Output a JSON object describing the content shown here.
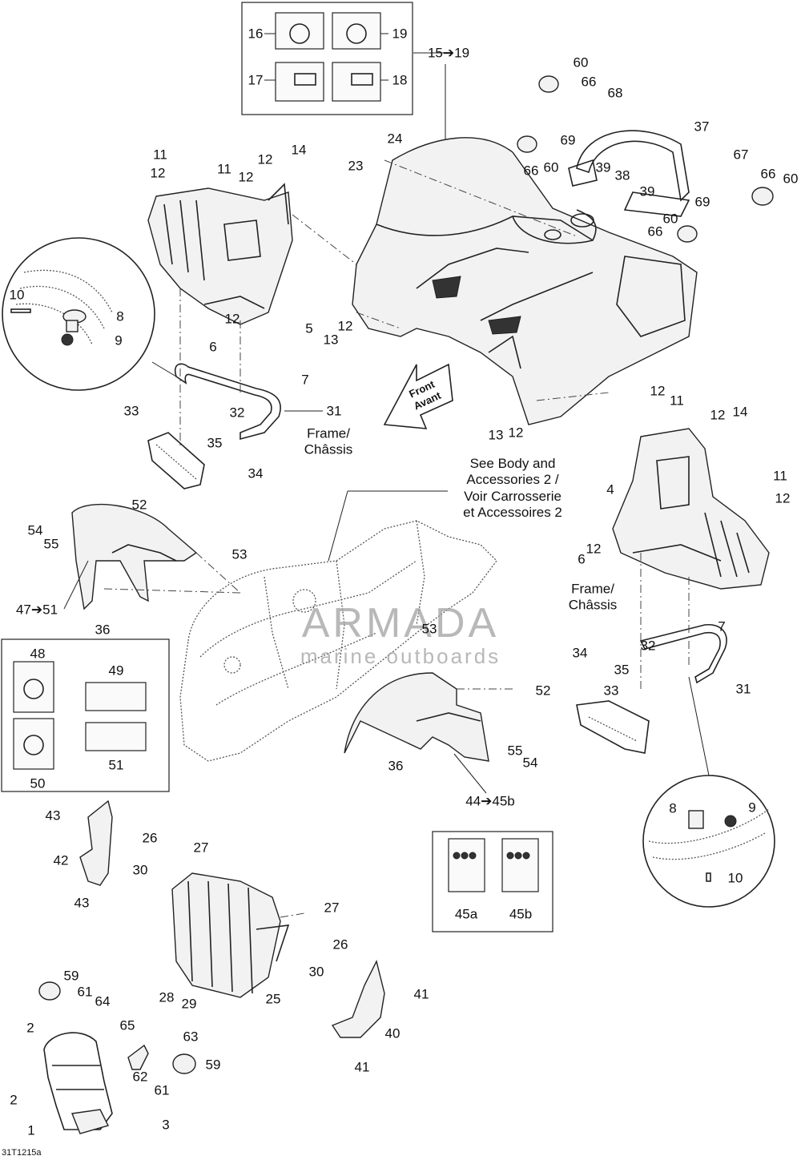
{
  "diagram": {
    "figure_code": "31T1215a",
    "watermark": {
      "title": "ARMADA",
      "subtitle": "marine outboards"
    },
    "notes": {
      "frame_left": [
        "Frame/",
        "Châssis"
      ],
      "frame_right": [
        "Frame/",
        "Châssis"
      ],
      "see_body": [
        "See Body and",
        "Accessories 2 /",
        "Voir Carrosserie",
        "et Accessoires 2"
      ],
      "front": [
        "Front",
        "Avant"
      ]
    },
    "callouts": [
      {
        "id": "c16",
        "text": "16"
      },
      {
        "id": "c19",
        "text": "19"
      },
      {
        "id": "c17",
        "text": "17"
      },
      {
        "id": "c18",
        "text": "18"
      },
      {
        "id": "c15-19",
        "text": "15➔19"
      },
      {
        "id": "c60a",
        "text": "60"
      },
      {
        "id": "c66a",
        "text": "66"
      },
      {
        "id": "c68",
        "text": "68"
      },
      {
        "id": "c69a",
        "text": "69"
      },
      {
        "id": "c37",
        "text": "37"
      },
      {
        "id": "c24",
        "text": "24"
      },
      {
        "id": "c23",
        "text": "23"
      },
      {
        "id": "c66b",
        "text": "66"
      },
      {
        "id": "c60b",
        "text": "60"
      },
      {
        "id": "c39a",
        "text": "39"
      },
      {
        "id": "c38",
        "text": "38"
      },
      {
        "id": "c39b",
        "text": "39"
      },
      {
        "id": "c67",
        "text": "67"
      },
      {
        "id": "c66c",
        "text": "66"
      },
      {
        "id": "c60c",
        "text": "60"
      },
      {
        "id": "c69b",
        "text": "69"
      },
      {
        "id": "c60d",
        "text": "60"
      },
      {
        "id": "c66d",
        "text": "66"
      },
      {
        "id": "c11a",
        "text": "11"
      },
      {
        "id": "c12a",
        "text": "12"
      },
      {
        "id": "c11b",
        "text": "11"
      },
      {
        "id": "c12b",
        "text": "12"
      },
      {
        "id": "c12c",
        "text": "12"
      },
      {
        "id": "c14a",
        "text": "14"
      },
      {
        "id": "c10a",
        "text": "10"
      },
      {
        "id": "c8a",
        "text": "8"
      },
      {
        "id": "c9a",
        "text": "9"
      },
      {
        "id": "c6a",
        "text": "6"
      },
      {
        "id": "c12d",
        "text": "12"
      },
      {
        "id": "c5",
        "text": "5"
      },
      {
        "id": "c12e",
        "text": "12"
      },
      {
        "id": "c13a",
        "text": "13"
      },
      {
        "id": "c7a",
        "text": "7"
      },
      {
        "id": "c33a",
        "text": "33"
      },
      {
        "id": "c32a",
        "text": "32"
      },
      {
        "id": "c31a",
        "text": "31"
      },
      {
        "id": "c35a",
        "text": "35"
      },
      {
        "id": "c34a",
        "text": "34"
      },
      {
        "id": "c12f",
        "text": "12"
      },
      {
        "id": "c11c",
        "text": "11"
      },
      {
        "id": "c12g",
        "text": "12"
      },
      {
        "id": "c14b",
        "text": "14"
      },
      {
        "id": "c13b",
        "text": "13"
      },
      {
        "id": "c12h",
        "text": "12"
      },
      {
        "id": "c4",
        "text": "4"
      },
      {
        "id": "c11d",
        "text": "11"
      },
      {
        "id": "c12i",
        "text": "12"
      },
      {
        "id": "c6b",
        "text": "6"
      },
      {
        "id": "c12j",
        "text": "12"
      },
      {
        "id": "c7b",
        "text": "7"
      },
      {
        "id": "c34b",
        "text": "34"
      },
      {
        "id": "c32b",
        "text": "32"
      },
      {
        "id": "c35b",
        "text": "35"
      },
      {
        "id": "c33b",
        "text": "33"
      },
      {
        "id": "c31b",
        "text": "31"
      },
      {
        "id": "c8b",
        "text": "8"
      },
      {
        "id": "c9b",
        "text": "9"
      },
      {
        "id": "c10b",
        "text": "10"
      },
      {
        "id": "c52a",
        "text": "52"
      },
      {
        "id": "c54a",
        "text": "54"
      },
      {
        "id": "c55a",
        "text": "55"
      },
      {
        "id": "c53a",
        "text": "53"
      },
      {
        "id": "c47-51",
        "text": "47➔51"
      },
      {
        "id": "c36a",
        "text": "36"
      },
      {
        "id": "c48",
        "text": "48"
      },
      {
        "id": "c49",
        "text": "49"
      },
      {
        "id": "c50",
        "text": "50"
      },
      {
        "id": "c51",
        "text": "51"
      },
      {
        "id": "c53b",
        "text": "53"
      },
      {
        "id": "c52b",
        "text": "52"
      },
      {
        "id": "c36b",
        "text": "36"
      },
      {
        "id": "c55b",
        "text": "55"
      },
      {
        "id": "c54b",
        "text": "54"
      },
      {
        "id": "c44-45b",
        "text": "44➔45b"
      },
      {
        "id": "c45a",
        "text": "45a"
      },
      {
        "id": "c45b",
        "text": "45b"
      },
      {
        "id": "c43a",
        "text": "43"
      },
      {
        "id": "c42",
        "text": "42"
      },
      {
        "id": "c43b",
        "text": "43"
      },
      {
        "id": "c26a",
        "text": "26"
      },
      {
        "id": "c27a",
        "text": "27"
      },
      {
        "id": "c30a",
        "text": "30"
      },
      {
        "id": "c27b",
        "text": "27"
      },
      {
        "id": "c26b",
        "text": "26"
      },
      {
        "id": "c30b",
        "text": "30"
      },
      {
        "id": "c28",
        "text": "28"
      },
      {
        "id": "c29",
        "text": "29"
      },
      {
        "id": "c25",
        "text": "25"
      },
      {
        "id": "c41a",
        "text": "41"
      },
      {
        "id": "c40",
        "text": "40"
      },
      {
        "id": "c41b",
        "text": "41"
      },
      {
        "id": "c59a",
        "text": "59"
      },
      {
        "id": "c61a",
        "text": "61"
      },
      {
        "id": "c64",
        "text": "64"
      },
      {
        "id": "c65",
        "text": "65"
      },
      {
        "id": "c2a",
        "text": "2"
      },
      {
        "id": "c63",
        "text": "63"
      },
      {
        "id": "c62",
        "text": "62"
      },
      {
        "id": "c61b",
        "text": "61"
      },
      {
        "id": "c59b",
        "text": "59"
      },
      {
        "id": "c2b",
        "text": "2"
      },
      {
        "id": "c1",
        "text": "1"
      },
      {
        "id": "c3",
        "text": "3"
      }
    ]
  }
}
